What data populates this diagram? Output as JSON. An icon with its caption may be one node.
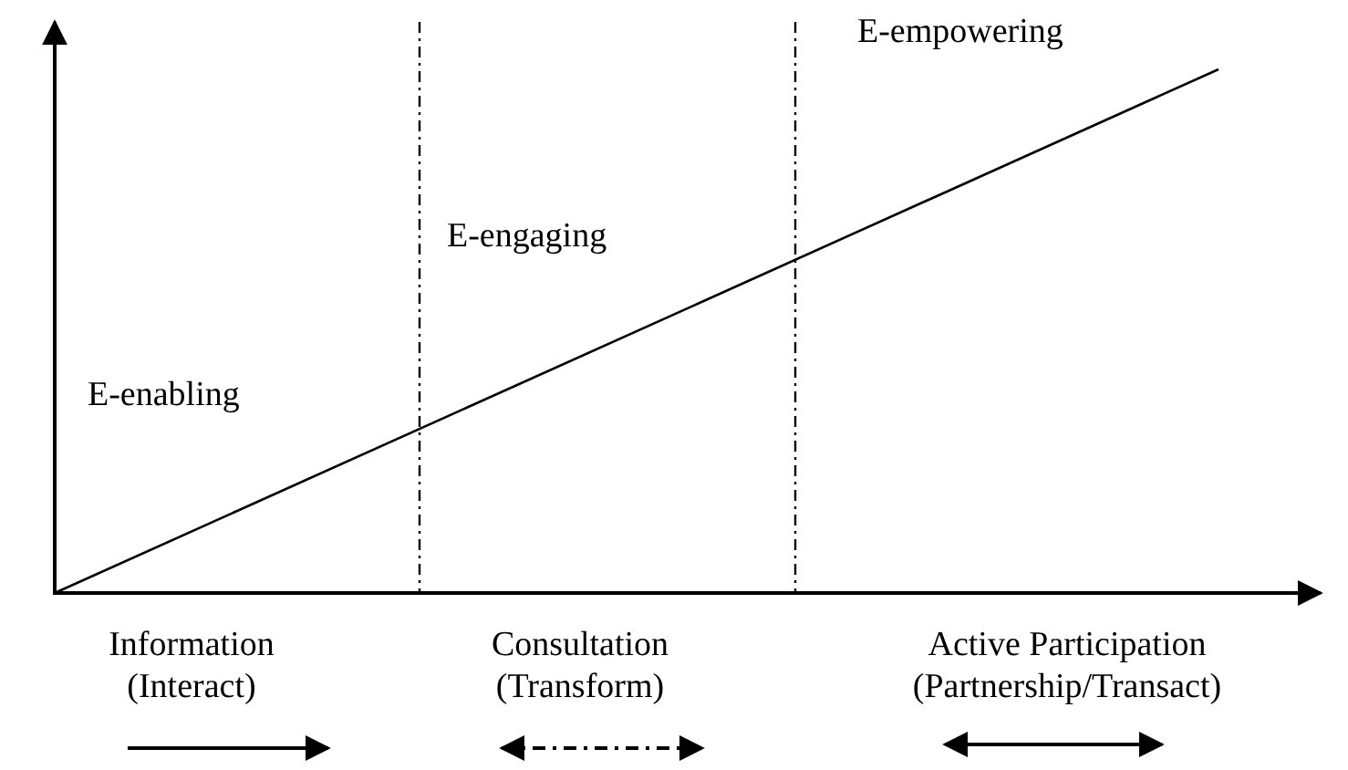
{
  "diagram": {
    "labels": [
      "E-enabling",
      "E-engaging",
      "E-empowering",
      "Information (Interact)",
      "Consultation (Transform)",
      "Active Participation (Partnership/Transact)"
    ]
  }
}
